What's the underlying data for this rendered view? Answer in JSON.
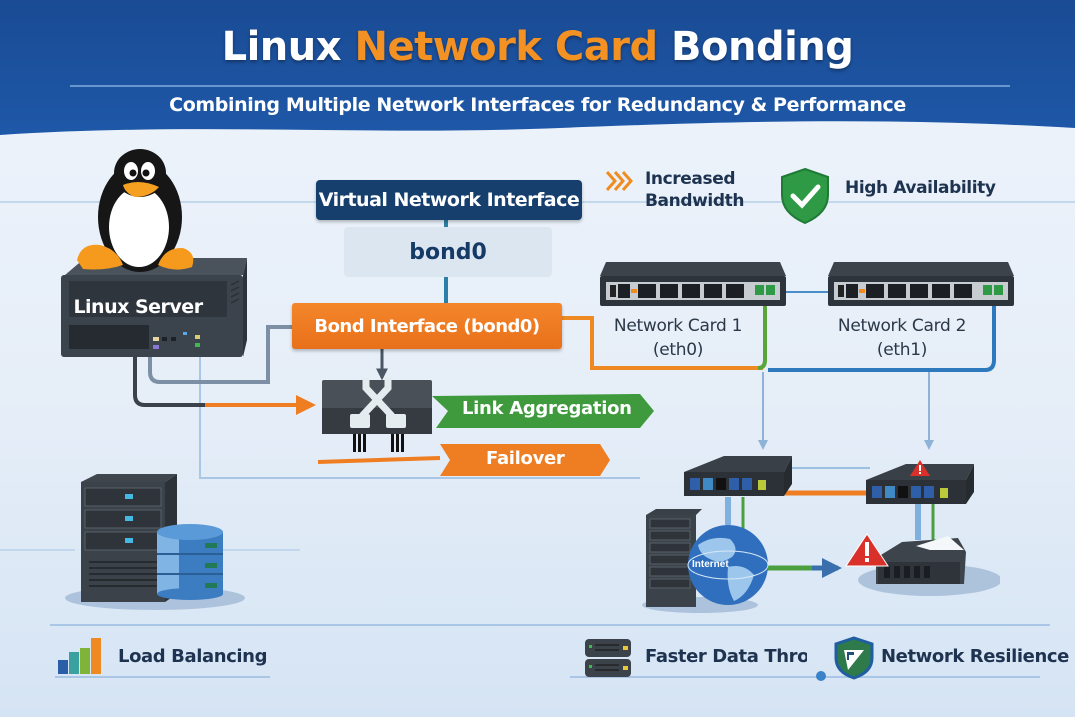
{
  "header": {
    "title_part1": "Linux ",
    "title_accent": "Network Card",
    "title_part2": " Bonding",
    "subtitle": "Combining Multiple Network Interfaces for Redundancy & Performance"
  },
  "colors": {
    "header_blue": "#1c4f9c",
    "accent_orange": "#f39223",
    "bond_orange": "#ec7a1f",
    "aggregation_green": "#3e9a3c",
    "virtual_navy": "#163f6e",
    "link_blue": "#2f7ac0",
    "text_dark": "#1e3350"
  },
  "server": {
    "label": "Linux Server",
    "icon": "tux-penguin-icon"
  },
  "virtual_interface": {
    "label": "Virtual Network Interface",
    "name": "bond0"
  },
  "bond_interface": {
    "label": "Bond Interface (bond0)"
  },
  "features_top": [
    {
      "icon": "chevrons-right-icon",
      "line1": "Increased",
      "line2": "Bandwidth"
    },
    {
      "icon": "shield-check-icon",
      "label": "High Availability"
    }
  ],
  "network_cards": [
    {
      "name": "Network Card 1",
      "device": "(eth0)"
    },
    {
      "name": "Network Card 2",
      "device": "(eth1)"
    }
  ],
  "modes": {
    "aggregation": "Link Aggregation",
    "failover": "Failover"
  },
  "globe_label": "Internet",
  "bottom_features": [
    {
      "icon": "bar-chart-icon",
      "label": "Load Balancing"
    },
    {
      "icon": "server-stack-icon",
      "label": "Faster Data Throug"
    },
    {
      "icon": "shield-flag-icon",
      "label": "Network Resilience"
    }
  ]
}
